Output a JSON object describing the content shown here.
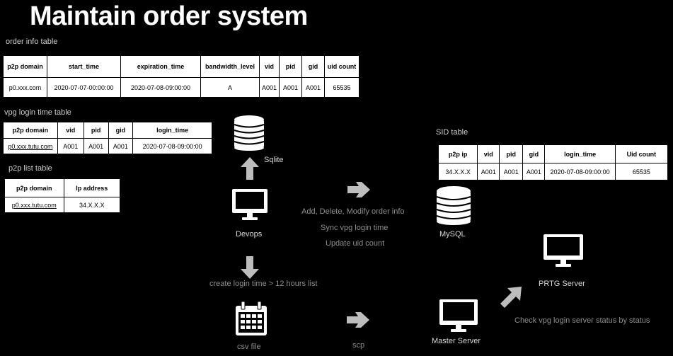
{
  "title": "Maintain order system",
  "order_table": {
    "caption": "order info table",
    "headers": [
      "p2p domain",
      "start_time",
      "expiration_time",
      "bandwidth_level",
      "vid",
      "pid",
      "gid",
      "uid count"
    ],
    "row": [
      "p0.xxx.com",
      "2020-07-07-00:00:00",
      "2020-07-08-09:00:00",
      "A",
      "A001",
      "A001",
      "A001",
      "65535"
    ]
  },
  "vpg_table": {
    "caption": "vpg login time table",
    "headers": [
      "p2p domain",
      "vid",
      "pid",
      "gid",
      "login_time"
    ],
    "row": [
      "p0.xxx.tutu.com",
      "A001",
      "A001",
      "A001",
      "2020-07-08-09:00:00"
    ]
  },
  "p2p_list_table": {
    "caption": "p2p list table",
    "headers": [
      "p2p domain",
      "Ip address"
    ],
    "row": [
      "p0.xxx.tutu.com",
      "34.X.X.X"
    ]
  },
  "sid_table": {
    "caption": "SID table",
    "headers": [
      "p2p ip",
      "vid",
      "pid",
      "gid",
      "login_time",
      "Uid count"
    ],
    "row": [
      "34.X.X.X",
      "A001",
      "A001",
      "A001",
      "2020-07-08-09:00:00",
      "65535"
    ]
  },
  "nodes": {
    "sqlite": "Sqlite",
    "devops": "Devops",
    "mysql": "MySQL",
    "csv": "csv file",
    "master": "Master Server",
    "prtg": "PRTG Server"
  },
  "edges": {
    "ops_line1": "Add, Delete, Modify order info",
    "ops_line2": "Sync vpg login time",
    "ops_line3": "Update uid count",
    "create_list": "create login time > 12 hours list",
    "scp": "scp",
    "check_status": "Check vpg login server status by status"
  },
  "icons": {
    "database": "database-icon",
    "monitor": "monitor-icon",
    "calendar": "calendar-icon",
    "arrow": "arrow-icon"
  }
}
